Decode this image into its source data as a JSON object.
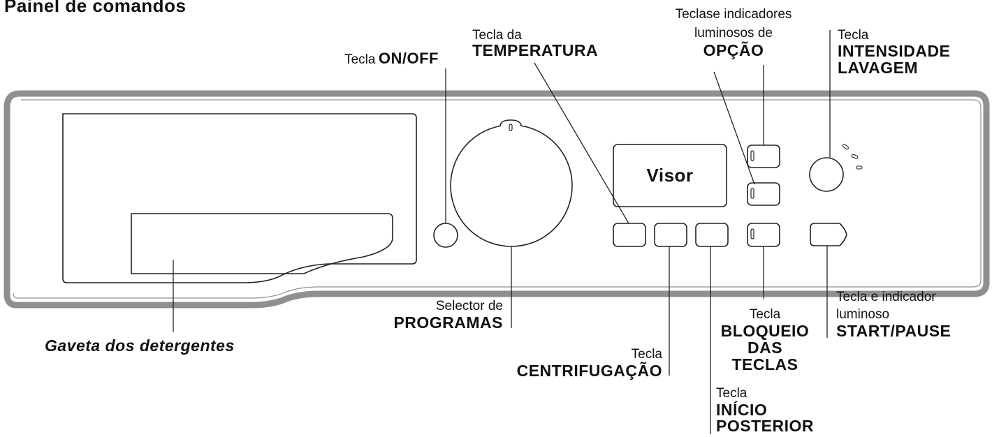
{
  "title": "Painel de comandos",
  "display_text": "Visor",
  "labels": {
    "on_off": {
      "light": "Tecla",
      "bold": "ON/OFF"
    },
    "temperatura": {
      "light": "Tecla da",
      "bold": "TEMPERATURA"
    },
    "opcao": {
      "light1": "Teclase indicadores",
      "light2": "luminosos de",
      "bold": "OPÇÃO"
    },
    "intensidade": {
      "light": "Tecla",
      "bold1": "INTENSIDADE",
      "bold2": "LAVAGEM"
    },
    "gaveta": {
      "text": "Gaveta dos detergentes"
    },
    "selector": {
      "light": "Selector de",
      "bold": "PROGRAMAS"
    },
    "centrifugacao": {
      "light": "Tecla",
      "bold": "CENTRIFUGAÇÃO"
    },
    "inicio": {
      "light": "Tecla",
      "bold1": "INÍCIO",
      "bold2": "POSTERIOR"
    },
    "bloqueio": {
      "light": "Tecla",
      "bold1": "BLOQUEIO",
      "bold2": "DAS",
      "bold3": "TECLAS"
    },
    "start": {
      "light1": "Tecla e indicador",
      "light2": "luminoso",
      "bold": "START/PAUSE"
    }
  },
  "colors": {
    "panel_outline": "#8f8f8f",
    "line": "#222222",
    "text": "#111111"
  }
}
